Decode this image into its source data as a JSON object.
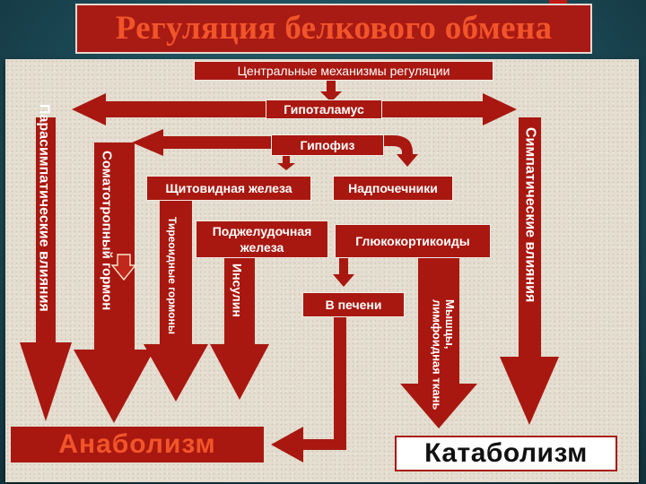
{
  "title": "Регуляция белкового обмена",
  "central": "Центральные механизмы регуляции",
  "hypothalamus": "Гипоталамус",
  "pituitary": "Гипофиз",
  "thyroid": "Щитовидная железа",
  "adrenals": "Надпочечники",
  "pancreas": "Поджелудочная железа",
  "glucocorticoids": "Глюкокортикоиды",
  "liver": "В печени",
  "parasympathetic": "Парасимпатические влияния",
  "somatotropic": "Соматотропный гормон",
  "thyroid_hormones": "Тиреоидные гормоны",
  "insulin": "Инсулин",
  "muscles": "Мышцы, лимфоидная ткань",
  "sympathetic": "Симпатические влияния",
  "anabolism": "Анаболизм",
  "catabolism": "Катаболизм",
  "colors": {
    "arrow": "#a81810",
    "accent": "#f2542a",
    "paper": "#e4ddd0",
    "background": "#1d4d5a"
  }
}
